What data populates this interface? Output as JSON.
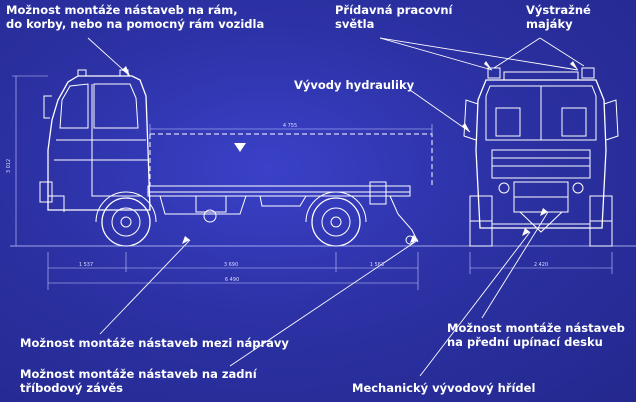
{
  "labels": {
    "mount_frame_l1": "Možnost montáže nástaveb na rám,",
    "mount_frame_l2": "do korby, nebo na pomocný rám vozidla",
    "extra_lights_l1": "Přídavná pracovní",
    "extra_lights_l2": "světla",
    "beacons_l1": "Výstražné",
    "beacons_l2": "majáky",
    "hydraulics": "Vývody hydrauliky",
    "between_axles": "Možnost montáže nástaveb mezi nápravy",
    "front_plate_l1": "Možnost montáže nástaveb",
    "front_plate_l2": "na přední upínací desku",
    "rear_hitch_l1": "Možnost montáže nástaveb na zadní",
    "rear_hitch_l2": "tříbodový závěs",
    "pto_shaft": "Mechanický vývodový hřídel"
  },
  "dimensions": {
    "bed_length": "4 755",
    "height": "3 012",
    "front_overhang": "1 537",
    "wheelbase": "3 690",
    "rear_overhang": "1 563",
    "overall_length": "6 490",
    "track_width": "2 420"
  },
  "colors": {
    "background": "#2c31a4",
    "lines": "#ffffff",
    "dim_lines": "#c8ccff"
  }
}
